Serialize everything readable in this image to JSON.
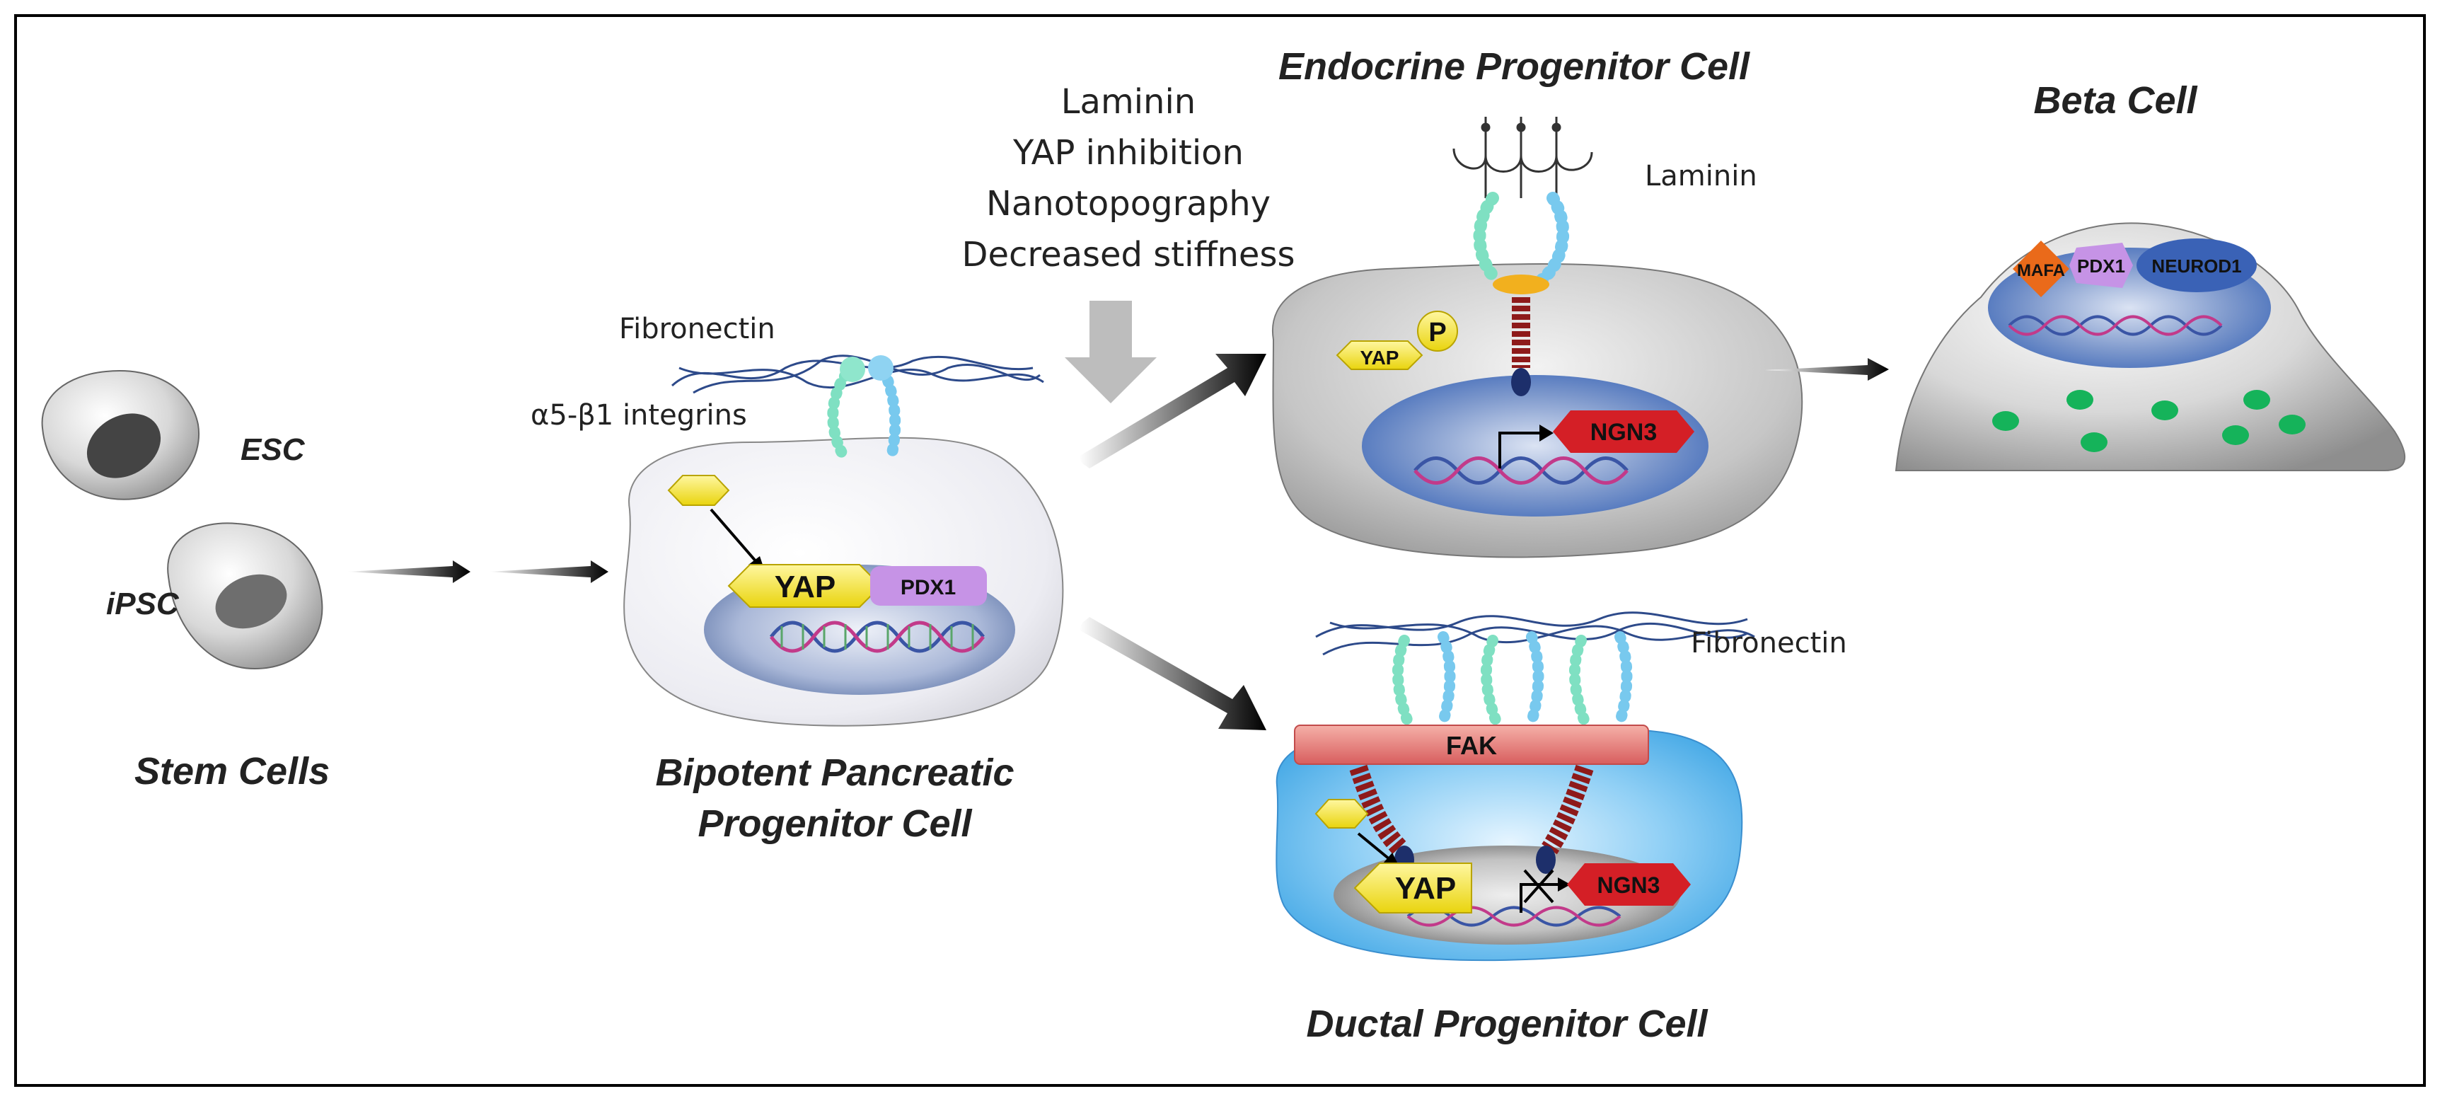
{
  "colors": {
    "frame": "#000000",
    "yap_yellow": "#f5e51c",
    "ngn3_red": "#d41f26",
    "pdx1_purple": "#c693e6",
    "mafa_orange": "#ea6a1a",
    "neurod1_blue": "#3a62b6",
    "nucleus_blue": "#3f69b8",
    "ductal_cyan": "#2f9ee0",
    "fak_pink": "#e27474",
    "granule_green": "#15b35a",
    "arrow_gray": "#bdbdbd"
  },
  "stem_cells": {
    "esc_label": "ESC",
    "ipsc_label": "iPSC",
    "group_label": "Stem Cells"
  },
  "bipotent": {
    "ecm_label": "Fibronectin",
    "integrin_label": "α5-β1 integrins",
    "yap_label": "YAP",
    "pdx1_label": "PDX1",
    "title_line1": "Bipotent Pancreatic",
    "title_line2": "Progenitor Cell"
  },
  "cues": {
    "lines": [
      "Laminin",
      "YAP inhibition",
      "Nanotopography",
      "Decreased stiffness"
    ]
  },
  "endocrine": {
    "title": "Endocrine Progenitor Cell",
    "ecm_label": "Laminin",
    "yap_label": "YAP",
    "phospho_label": "P",
    "ngn3_label": "NGN3"
  },
  "ductal": {
    "ecm_label": "Fibronectin",
    "fak_label": "FAK",
    "yap_label": "YAP",
    "ngn3_label": "NGN3",
    "title": "Ductal Progenitor Cell"
  },
  "beta": {
    "title": "Beta Cell",
    "mafa_label": "MAFA",
    "pdx1_label": "PDX1",
    "neurod1_label": "NEUROD1"
  }
}
